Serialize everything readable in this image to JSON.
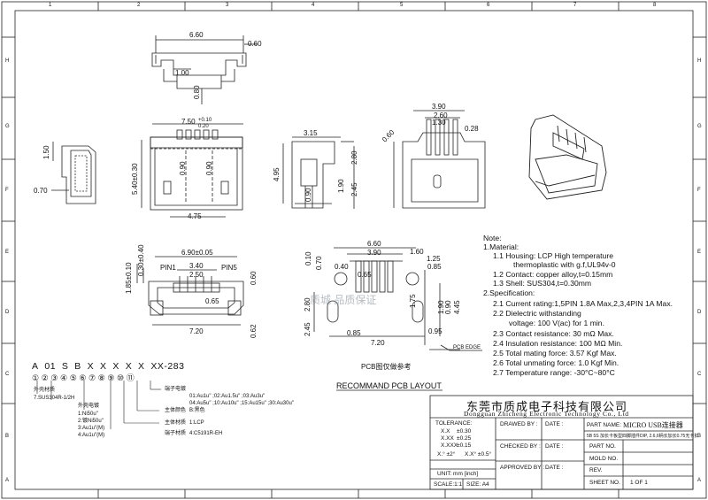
{
  "frame": {
    "col_marks": [
      "1",
      "2",
      "3",
      "4",
      "5",
      "6",
      "7",
      "8"
    ],
    "row_marks": [
      "H",
      "G",
      "F",
      "E",
      "D",
      "C",
      "B",
      "A"
    ]
  },
  "top_view": {
    "dim_width": "6.60",
    "dim_right": "0.60",
    "dim_inner": "1.00",
    "dim_height": "0.80"
  },
  "front_view": {
    "dim_width": "7.50",
    "dim_tol": "+0.10",
    "dim_tol2": "0.20",
    "dim_h": "5.40±0.30",
    "dim_090a": "0.90",
    "dim_090b": "0.90",
    "dim_bottom": "4.75"
  },
  "left_view": {
    "dim_150": "1.50",
    "dim_070": "0.70"
  },
  "side_view": {
    "dim_315": "3.15",
    "dim_495": "4.95",
    "dim_280": "2.80",
    "dim_190": "1.90",
    "dim_245": "2.45",
    "dim_090": "0.90"
  },
  "rear_view": {
    "dim_390": "3.90",
    "dim_260": "2.60",
    "dim_130": "1.30",
    "dim_028": "0.28",
    "dim_060": "0.60"
  },
  "pin_view": {
    "dim_690": "6.90±0.05",
    "dim_030": "0.30±0.40",
    "dim_340": "3.40",
    "dim_250": "2.50",
    "pin1": "PIN1",
    "pin5": "PIN5",
    "dim_185": "1.85±0.10",
    "dim_065": "0.65",
    "dim_060": "0.60",
    "dim_720": "7.20",
    "dim_062": "0.62"
  },
  "pcb_layout": {
    "dim_660": "6.60",
    "dim_390": "3.90",
    "dim_160": "1.60",
    "dim_125": "1.25",
    "dim_070": "0.70",
    "dim_010": "0.10",
    "dim_040": "0.40",
    "dim_065": "0.65",
    "dim_085": "0.85",
    "dim_175": "1.75",
    "dim_280": "2.80",
    "dim_245": "2.45",
    "dim_190": "1.90",
    "dim_090": "0.90",
    "dim_445": "4.45",
    "dim_095": "0.95",
    "dim_085b": "0.85",
    "dim_720": "7.20",
    "pcb_edge": "PCB EDGE",
    "caption_cn": "PCB图仅做参考",
    "caption": "RECOMMAND  PCB  LAYOUT"
  },
  "watermark": "质城  品质保证",
  "part_code": {
    "letters": [
      "A",
      "01",
      "S",
      "B",
      "X",
      "X",
      "X",
      "X",
      "X",
      "XX-283"
    ],
    "circled": [
      "①",
      "②",
      "③",
      "④",
      "⑤",
      "⑥",
      "⑦",
      "⑧",
      "⑨",
      "⑩",
      "⑪"
    ],
    "items": [
      "外壳材质",
      "7.SUS304R-1/2H",
      "外壳电镀",
      "1:Ni50u\"",
      "2:镀Ni50u\"",
      "3:Au1u\"(M)",
      "4:Au1u\"(M)",
      "端子电镀",
      "01:Au1u\" ;02:Au1.5u\" ;03:Au3u\"",
      "04:Au5u\" ;10:Au10u\" ;15:Au15u\" ;30:Au30u\"",
      "主体颜色",
      "B:黑色",
      "主体材质",
      "1:LCP",
      "端子材质",
      "4:C5191R-EH"
    ]
  },
  "notes": {
    "title": "Note:",
    "lines": [
      "1.Material:",
      "1.1  Housing: LCP High temperature",
      "thermoplastic with g.f,UL94v-0",
      "1.2  Contact: copper alloy,t=0.15mm",
      "1.3  Shell: SUS304,t=0.30mm",
      "2.Specification:",
      "2.1  Current rating:1,5PIN 1.8A Max,2,3,4PIN 1A Max.",
      "2.2  Dielectric withstanding",
      "voltage: 100 V(ac) for 1 min.",
      "2.3  Contact resistance: 30 mΩ Max.",
      "2.4  Insulation resistance: 100 MΩ Min.",
      "2.5  Total mating force: 3.57 Kgf Max.",
      "2.6  Total unmating force: 1.0 Kgf Min.",
      "2.7  Temperature range: -30°C~80°C"
    ]
  },
  "title_block": {
    "company_cn": "东莞市质成电子科技有限公司",
    "company_en": "Dongguan  Zhicheng  Electronic  Technology  Co., Ltd",
    "tolerance_label": "TOLERANCE:",
    "tol_x": "X.X",
    "tol_x_val": "±0.30",
    "tol_xx": "X.XX",
    "tol_xx_val": "±0.25",
    "tol_xxx": "X.XXX",
    "tol_xxx_val": "±0.15",
    "tol_ang": "X.° ±2°",
    "tol_ang2": "X.X° ±0.5°",
    "unit": "UNIT: mm [inch]",
    "scale": "SCALE:1:1",
    "size": "SIZE: A4",
    "drawed_by": "DRAWED BY :",
    "checked_by": "CHECKED BY :",
    "approved_by": "APPROVED BY :",
    "date1": "DATE :",
    "date2": "DATE :",
    "date3": "DATE :",
    "part_name_label": "PART NAME:",
    "part_name": "MICRO USB连接器",
    "part_desc": "5B 5S 加长卡板型四脚插件DIP, 2.6,6柄长加长0.75无卡扣",
    "part_no": "PART NO.",
    "mold_no": "MOLD NO.",
    "rev": "REV.",
    "sheet_no": "SHEET NO.",
    "sheet_val": "1  OF  1"
  }
}
